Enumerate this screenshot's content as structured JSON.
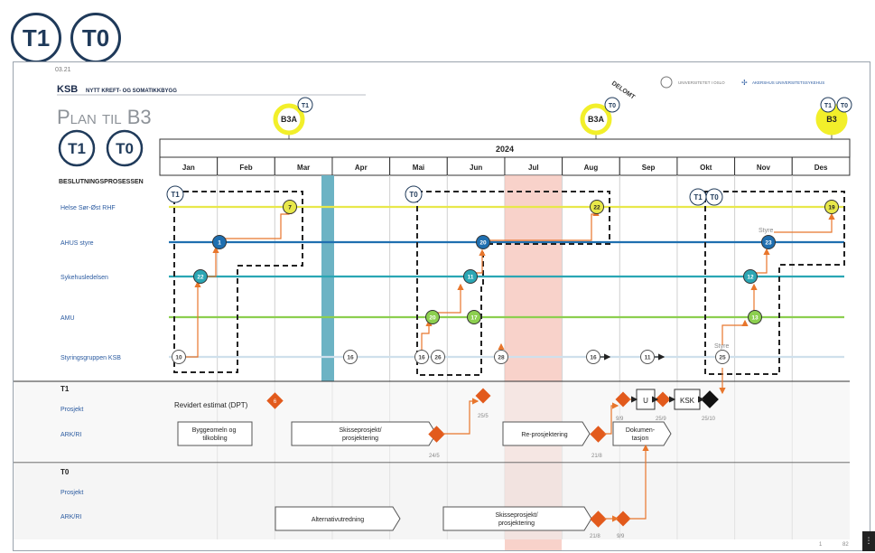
{
  "top_badges": [
    "T1",
    "T0"
  ],
  "slide": {
    "date_text": "03.21",
    "header_ksb": "KSB",
    "header_sub": "NYTT KREFT- OG SOMATIKKBYGG",
    "title": "Plan til B3",
    "legend_badges": [
      "T1",
      "T0"
    ],
    "stamp": "DELOMT",
    "logos": [
      "UNIVERSITETET I OSLO",
      "AKERSHUS UNIVERSITETSSYKEHUS"
    ],
    "page_number": "1",
    "page_total": "82"
  },
  "milestones": [
    {
      "label": "B3A",
      "badge": "T1"
    },
    {
      "label": "B3A",
      "badge": "T0"
    },
    {
      "label": "B3",
      "badges": [
        "T1",
        "T0"
      ]
    }
  ],
  "timeline": {
    "year": "2024",
    "months": [
      "Jan",
      "Feb",
      "Mar",
      "Apr",
      "Mai",
      "Jun",
      "Jul",
      "Aug",
      "Sep",
      "Okt",
      "Nov",
      "Des"
    ]
  },
  "section_label": "BESLUTNINGSPROSESSEN",
  "rows": [
    {
      "label": "Helse Sør-Øst RHF",
      "color": "#e8e84a"
    },
    {
      "label": "AHUS styre",
      "color": "#1f6fb0"
    },
    {
      "label": "Sykehusledelsen",
      "color": "#2aa6b4"
    },
    {
      "label": "AMU",
      "color": "#8ccf4f"
    },
    {
      "label": "Styringsgruppen KSB",
      "color": "#cfe0ec"
    }
  ],
  "group_badges": {
    "g1": "T1",
    "g2": "T0",
    "g3a": "T1",
    "g3b": "T0"
  },
  "nodes": {
    "hso1": "7",
    "hso2": "22",
    "hso3": "19",
    "ahus1": "1",
    "ahus2": "20",
    "ahus3": "23",
    "syk1": "22",
    "syk2": "11",
    "syk3": "12",
    "amu1": "20",
    "amu2": "17",
    "amu3": "13",
    "sg1": "10",
    "sg2": "16",
    "sg3": "16",
    "sg4": "26",
    "sg5": "28",
    "sg6": "16",
    "sg7": "11",
    "sg8": "25"
  },
  "small_notes": {
    "ahus3_note": "Styre",
    "sg8_note": "Styre"
  },
  "t1": {
    "header": "T1",
    "row_labels": [
      "Prosjekt",
      "ARK/RI"
    ],
    "revidert": "Revidert estimat (DPT)",
    "diamond1": "6",
    "boxes": [
      "Byggeomeln og tilkobling",
      "Skisseprosjekt/ prosjektering",
      "Re-prosjektering",
      "Dokumen-tasjon"
    ],
    "u_box": "U",
    "ksk_box": "KSK",
    "dates": [
      "25/5",
      "24/5",
      "21/8",
      "9/9",
      "25/9",
      "25/10"
    ]
  },
  "t0": {
    "header": "T0",
    "row_labels": [
      "Prosjekt",
      "ARK/RI"
    ],
    "boxes": [
      "Alternativutredning",
      "Skisseprosjekt/ prosjektering"
    ],
    "dates": [
      "21/8",
      "9/9"
    ]
  }
}
